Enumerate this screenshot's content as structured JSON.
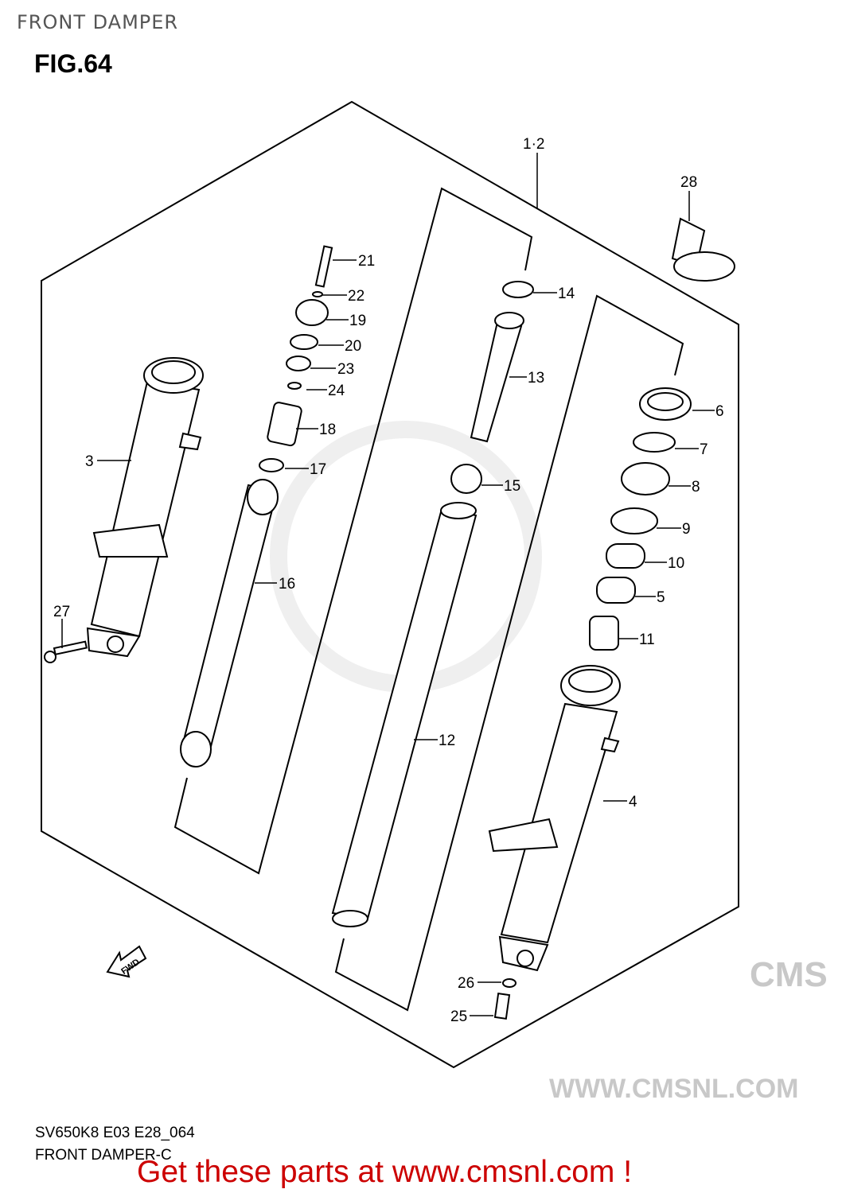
{
  "header": {
    "title": "FRONT DAMPER",
    "figure": "FIG.64"
  },
  "watermark": {
    "logo": "CMS",
    "url": "WWW.CMSNL.COM"
  },
  "direction_label": "FWD",
  "callouts": [
    "1·2",
    "28",
    "21",
    "22",
    "19",
    "20",
    "23",
    "24",
    "18",
    "17",
    "16",
    "3",
    "27",
    "14",
    "13",
    "15",
    "6",
    "7",
    "8",
    "9",
    "10",
    "5",
    "11",
    "12",
    "4",
    "26",
    "25"
  ],
  "footer": {
    "model_code": "SV650K8 E03 E28_064",
    "diagram_name": "FRONT DAMPER-C",
    "promo": "Get these parts at www.cmsnl.com !"
  },
  "colors": {
    "promo": "#cc0000",
    "lines": "#000000",
    "watermark": "#e4e4e4"
  }
}
